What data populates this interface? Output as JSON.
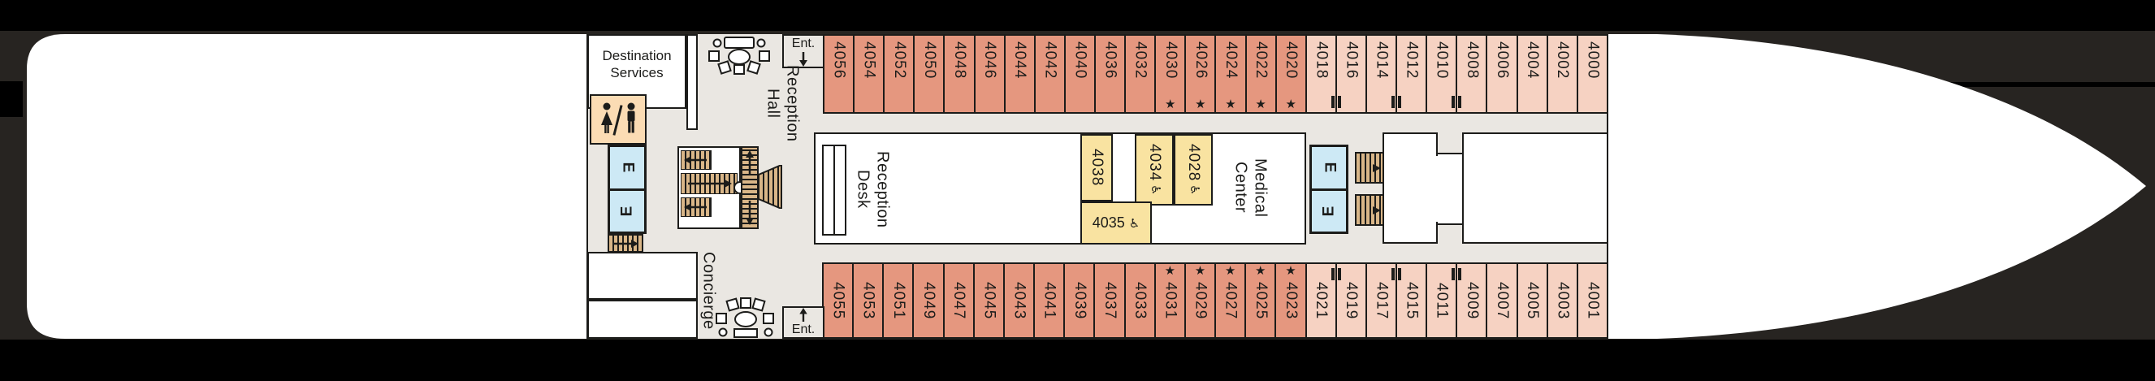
{
  "deck": {
    "labels": {
      "destination_services": [
        "Destination",
        "Services"
      ],
      "reception_hall": [
        "Reception",
        "Hall"
      ],
      "reception_desk": [
        "Reception",
        "Desk"
      ],
      "medical_center": [
        "Medical",
        "Center"
      ],
      "concierge": "Concierge",
      "entrance": "Ent.",
      "elevator": "E"
    },
    "symbols": {
      "star": "★",
      "accessible": "♿",
      "restroom": "woman-man-figures",
      "connecting_rooms": "double-bar"
    },
    "colors": {
      "cabin_dark": "#e5977f",
      "cabin_light": "#f6d2c2",
      "cabin_yellow": "#f9e3a1",
      "restroom_peach": "#fbdcb4",
      "elevator_blue": "#cde9f5",
      "stair_tan": "#d9b688",
      "floor_gray": "#eae7e2",
      "outline": "#1c1c1a",
      "hull": "#ffffff",
      "background": "#272421"
    },
    "cabins": {
      "top_row": [
        {
          "num": "4056",
          "shade": "dark"
        },
        {
          "num": "4054",
          "shade": "dark"
        },
        {
          "num": "4052",
          "shade": "dark"
        },
        {
          "num": "4050",
          "shade": "dark"
        },
        {
          "num": "4048",
          "shade": "dark"
        },
        {
          "num": "4046",
          "shade": "dark"
        },
        {
          "num": "4044",
          "shade": "dark"
        },
        {
          "num": "4042",
          "shade": "dark"
        },
        {
          "num": "4040",
          "shade": "dark"
        },
        {
          "num": "4036",
          "shade": "dark"
        },
        {
          "num": "4032",
          "shade": "dark"
        },
        {
          "num": "4030",
          "shade": "dark",
          "star": true
        },
        {
          "num": "4026",
          "shade": "dark",
          "star": true
        },
        {
          "num": "4024",
          "shade": "dark",
          "star": true
        },
        {
          "num": "4022",
          "shade": "dark",
          "star": true
        },
        {
          "num": "4020",
          "shade": "dark",
          "star": true
        },
        {
          "num": "4018",
          "shade": "light",
          "connect_after": true
        },
        {
          "num": "4016",
          "shade": "light"
        },
        {
          "num": "4014",
          "shade": "light",
          "connect_after": true
        },
        {
          "num": "4012",
          "shade": "light"
        },
        {
          "num": "4010",
          "shade": "light",
          "connect_after": true
        },
        {
          "num": "4008",
          "shade": "light"
        },
        {
          "num": "4006",
          "shade": "light"
        },
        {
          "num": "4004",
          "shade": "light"
        },
        {
          "num": "4002",
          "shade": "light"
        },
        {
          "num": "4000",
          "shade": "light"
        }
      ],
      "bottom_row": [
        {
          "num": "4055",
          "shade": "dark"
        },
        {
          "num": "4053",
          "shade": "dark"
        },
        {
          "num": "4051",
          "shade": "dark"
        },
        {
          "num": "4049",
          "shade": "dark"
        },
        {
          "num": "4047",
          "shade": "dark"
        },
        {
          "num": "4045",
          "shade": "dark"
        },
        {
          "num": "4043",
          "shade": "dark"
        },
        {
          "num": "4041",
          "shade": "dark"
        },
        {
          "num": "4039",
          "shade": "dark"
        },
        {
          "num": "4037",
          "shade": "dark"
        },
        {
          "num": "4033",
          "shade": "dark"
        },
        {
          "num": "4031",
          "shade": "dark",
          "star": true
        },
        {
          "num": "4029",
          "shade": "dark",
          "star": true
        },
        {
          "num": "4027",
          "shade": "dark",
          "star": true
        },
        {
          "num": "4025",
          "shade": "dark",
          "star": true
        },
        {
          "num": "4023",
          "shade": "dark",
          "star": true
        },
        {
          "num": "4021",
          "shade": "light",
          "connect_after": true
        },
        {
          "num": "4019",
          "shade": "light"
        },
        {
          "num": "4017",
          "shade": "light",
          "connect_after": true
        },
        {
          "num": "4015",
          "shade": "light"
        },
        {
          "num": "4011",
          "shade": "light",
          "connect_after": true
        },
        {
          "num": "4009",
          "shade": "light"
        },
        {
          "num": "4007",
          "shade": "light"
        },
        {
          "num": "4005",
          "shade": "light"
        },
        {
          "num": "4003",
          "shade": "light"
        },
        {
          "num": "4001",
          "shade": "light"
        }
      ],
      "inner": {
        "c4038": {
          "num": "4038",
          "accessible": false
        },
        "c4034": {
          "num": "4034",
          "accessible": true
        },
        "c4028": {
          "num": "4028",
          "accessible": true
        },
        "c4035": {
          "num": "4035",
          "accessible": true
        }
      }
    }
  }
}
